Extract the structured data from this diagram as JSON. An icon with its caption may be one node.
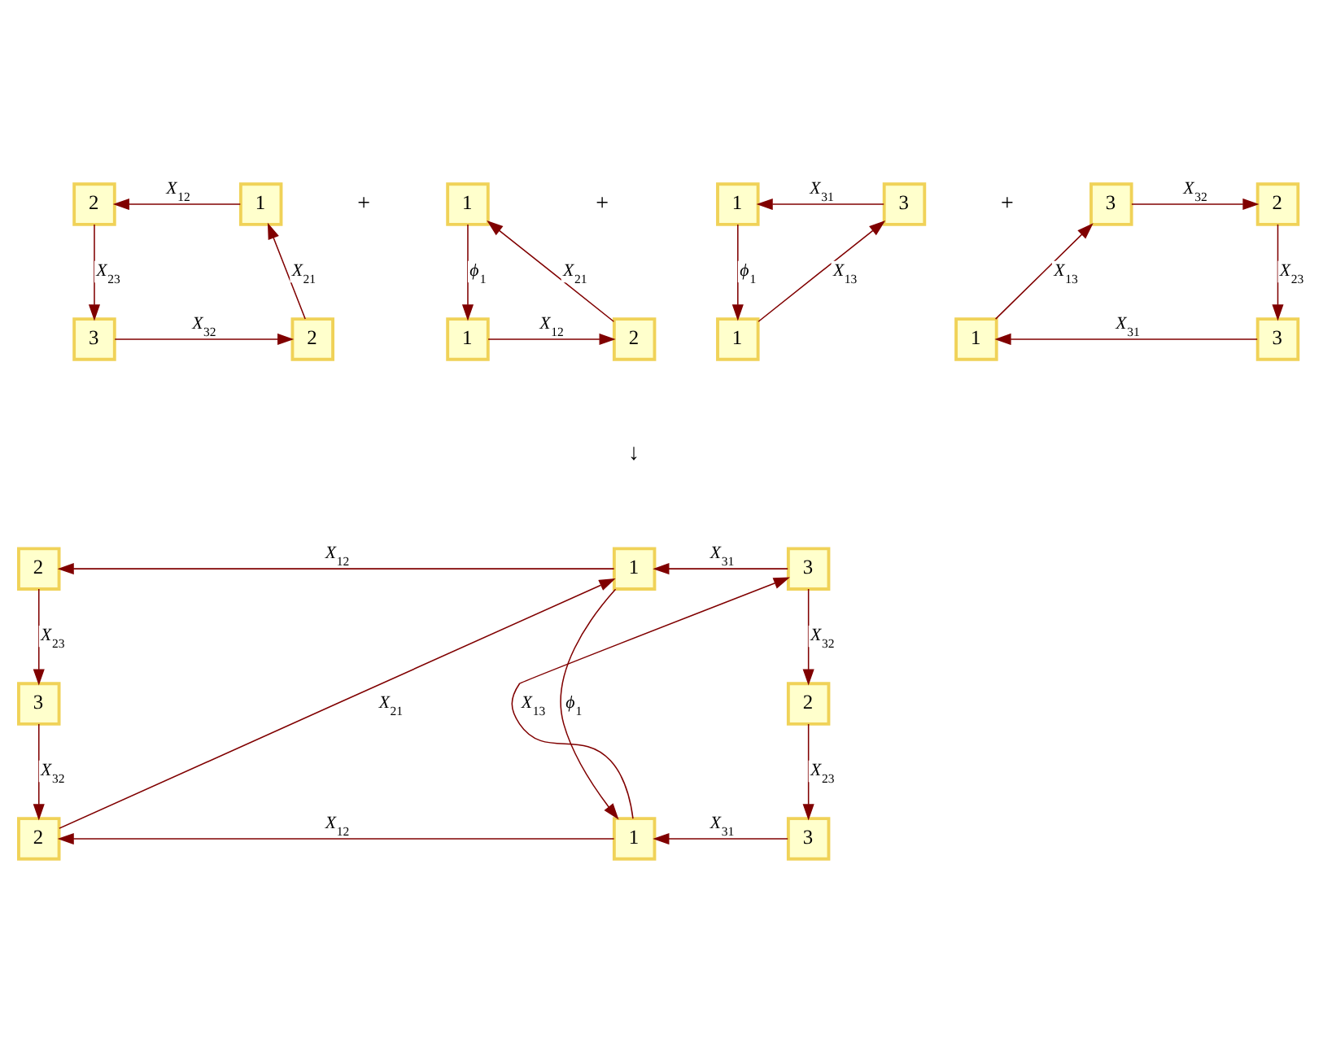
{
  "diagram": {
    "nodes": [
      {
        "text": [
          "2"
        ]
      },
      {
        "text": [
          "1"
        ]
      },
      {
        "text": [
          "3"
        ]
      },
      {
        "text": [
          "2"
        ]
      },
      {
        "text": [
          "1"
        ]
      },
      {
        "text": [
          "2"
        ]
      },
      {
        "text": [
          "1"
        ]
      },
      {
        "text": [
          "1"
        ]
      },
      {
        "text": [
          "3"
        ]
      },
      {
        "text": [
          "1"
        ]
      },
      {
        "text": [
          "3"
        ]
      },
      {
        "text": [
          "2"
        ]
      },
      {
        "text": [
          "1"
        ]
      },
      {
        "text": [
          "3"
        ]
      },
      {
        "text": [
          "2"
        ]
      },
      {
        "text": [
          "1"
        ]
      },
      {
        "text": [
          "3"
        ]
      },
      {
        "text": [
          "3"
        ]
      },
      {
        "text": [
          "2"
        ]
      },
      {
        "text": [
          "2"
        ]
      },
      {
        "text": [
          "1"
        ]
      },
      {
        "text": [
          "3"
        ]
      }
    ],
    "edges": [
      {
        "from": 1,
        "to": 0,
        "arrow": "to",
        "label": "X$_{12}$"
      },
      {
        "from": 0,
        "to": 2,
        "arrow": "to",
        "label": "X$_{23}$"
      },
      {
        "from": 2,
        "to": 3,
        "arrow": "to",
        "label": "X$_{32}$"
      },
      {
        "from": 3,
        "to": 1,
        "arrow": "to",
        "label": "X$_{21}$"
      },
      {
        "from": 5,
        "to": 4,
        "arrow": "to",
        "label": "X$_{21}$"
      },
      {
        "from": 4,
        "to": 6,
        "arrow": "to",
        "label": "ϕ$_{1}$"
      },
      {
        "from": 6,
        "to": 5,
        "arrow": "to",
        "label": "X$_{12}$"
      },
      {
        "from": 8,
        "to": 7,
        "arrow": "to",
        "label": "X$_{31}$"
      },
      {
        "from": 7,
        "to": 9,
        "arrow": "to",
        "label": "ϕ$_{1}$"
      },
      {
        "from": 9,
        "to": 8,
        "arrow": "to",
        "label": "X$_{13}$"
      },
      {
        "from": 10,
        "to": 11,
        "arrow": "to",
        "label": "X$_{32}$"
      },
      {
        "from": 11,
        "to": 13,
        "arrow": "to",
        "label": "X$_{23}$"
      },
      {
        "from": 13,
        "to": 12,
        "arrow": "to",
        "label": "X$_{31}$"
      },
      {
        "from": 12,
        "to": 10,
        "arrow": "to",
        "label": "X$_{13}$"
      },
      {
        "from": 15,
        "to": 14,
        "arrow": "to",
        "label": "X$_{12}$"
      },
      {
        "from": 16,
        "to": 15,
        "arrow": "to",
        "label": "X$_{31}$"
      },
      {
        "from": 14,
        "to": 17,
        "arrow": "to",
        "label": "X$_{23}$"
      },
      {
        "from": 17,
        "to": 19,
        "arrow": "to",
        "label": "X$_{32}$"
      },
      {
        "from": 19,
        "to": 15,
        "arrow": "to",
        "label": "X$_{21}$"
      },
      {
        "from": 15,
        "to": 20,
        "arrow": "to",
        "label": "ϕ$_{1}$"
      },
      {
        "from": 20,
        "to": 16,
        "arrow": "to",
        "label": "X$_{13}$"
      },
      {
        "from": 16,
        "to": 18,
        "arrow": "to",
        "label": "X$_{32}$"
      },
      {
        "from": 18,
        "to": 21,
        "arrow": "to",
        "label": "X$_{23}$"
      },
      {
        "from": 20,
        "to": 19,
        "arrow": "to",
        "label": "X$_{12}$"
      },
      {
        "from": 21,
        "to": 20,
        "arrow": "to",
        "label": "X$_{31}$"
      }
    ],
    "labels": [
      "+",
      "+",
      "+",
      "↓"
    ]
  }
}
